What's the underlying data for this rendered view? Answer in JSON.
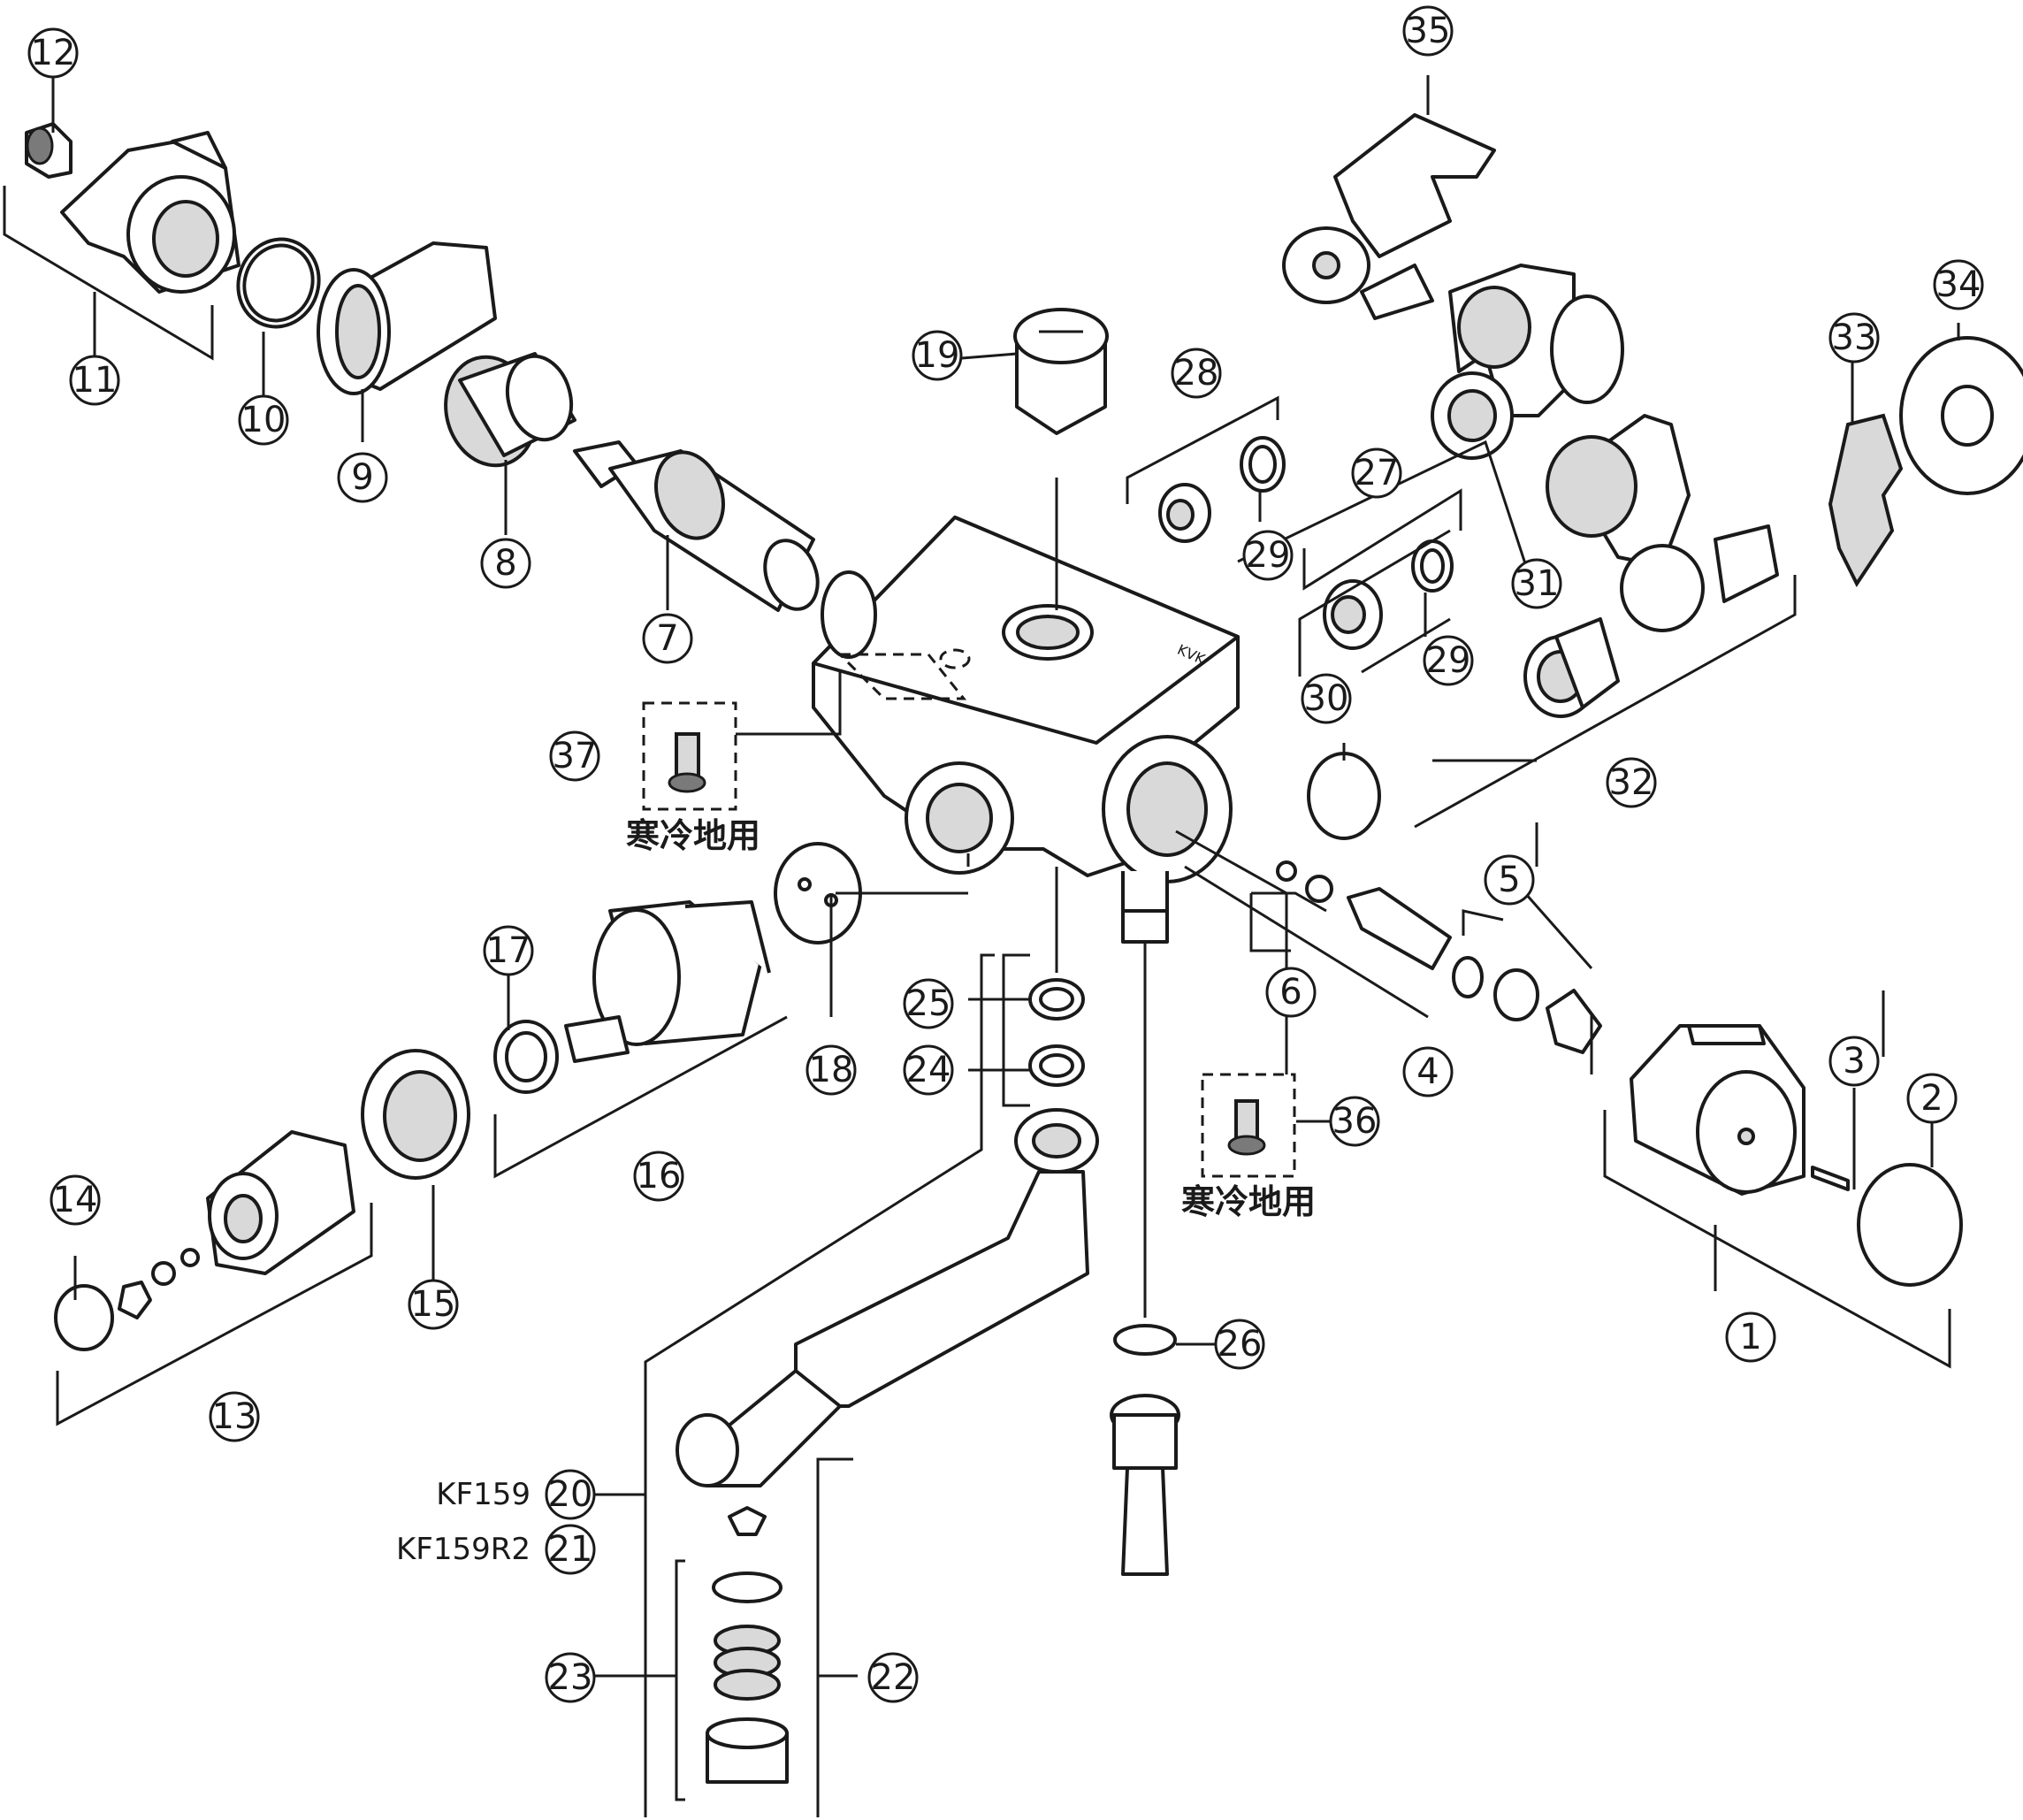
{
  "diagram": {
    "callouts": [
      "1",
      "2",
      "3",
      "4",
      "5",
      "6",
      "7",
      "8",
      "9",
      "10",
      "11",
      "12",
      "13",
      "14",
      "15",
      "16",
      "17",
      "18",
      "19",
      "20",
      "21",
      "22",
      "23",
      "24",
      "25",
      "26",
      "27",
      "28",
      "29",
      "29",
      "30",
      "31",
      "32",
      "33",
      "34",
      "35",
      "36",
      "37"
    ],
    "notes": {
      "cold_region_left": "寒冷地用",
      "cold_region_right": "寒冷地用"
    },
    "models": {
      "spout_20": "KF159",
      "spout_21": "KF159R2"
    },
    "brand_mark": "KVK"
  }
}
